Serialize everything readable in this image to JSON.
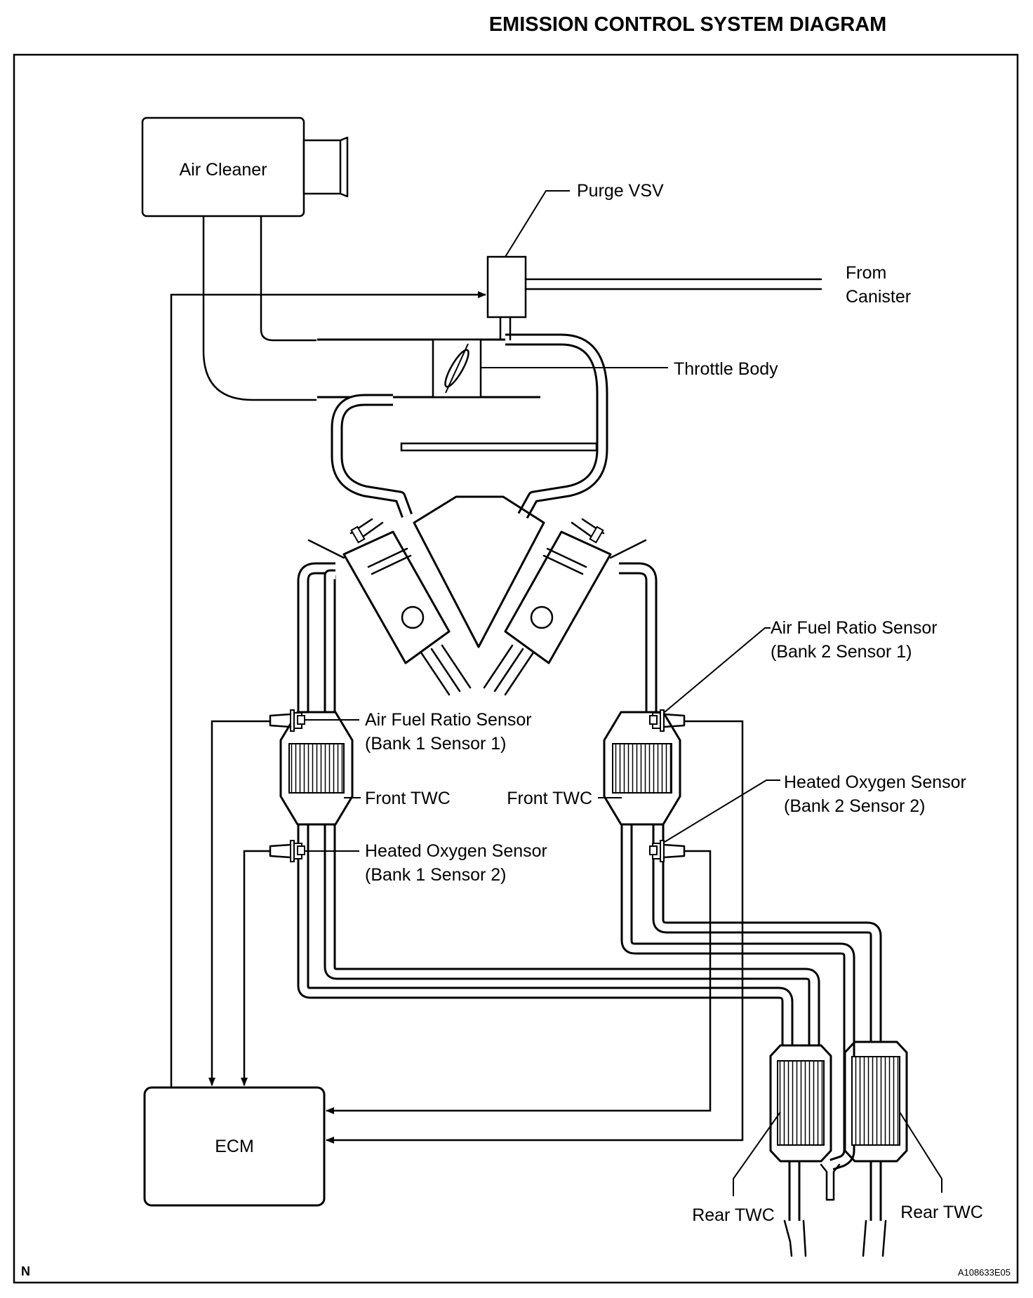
{
  "title": "EMISSION CONTROL SYSTEM DIAGRAM",
  "components": {
    "air_cleaner": "Air Cleaner",
    "purge_vsv": "Purge VSV",
    "from_canister_line1": "From",
    "from_canister_line2": "Canister",
    "throttle_body": "Throttle Body",
    "ecm": "ECM"
  },
  "sensors": {
    "af_bank2_s1_line1": "Air Fuel Ratio Sensor",
    "af_bank2_s1_line2": "(Bank 2 Sensor 1)",
    "af_bank1_s1_line1": "Air Fuel Ratio Sensor",
    "af_bank1_s1_line2": "(Bank 1 Sensor 1)",
    "ho2_bank2_s2_line1": "Heated Oxygen Sensor",
    "ho2_bank2_s2_line2": "(Bank 2 Sensor 2)",
    "ho2_bank1_s2_line1": "Heated Oxygen Sensor",
    "ho2_bank1_s2_line2": "(Bank 1 Sensor 2)"
  },
  "catalysts": {
    "front_twc_left": "Front TWC",
    "front_twc_right": "Front TWC",
    "rear_twc_left": "Rear TWC",
    "rear_twc_right": "Rear TWC"
  },
  "footer": {
    "corner_mark": "N",
    "figure_code": "A108633E05"
  }
}
